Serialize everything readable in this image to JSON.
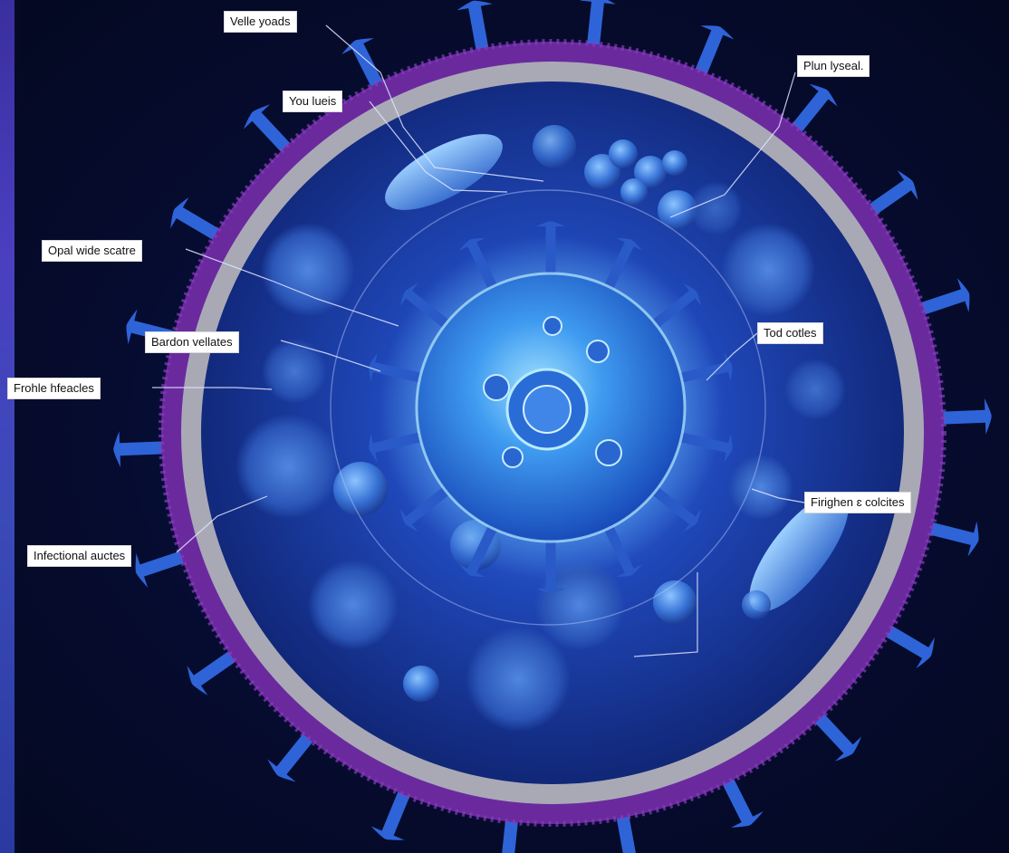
{
  "labels": {
    "virus_roads": "Velle yoads",
    "you_leels": "You lueis",
    "plun_lyseal": "Plun lyseal.",
    "opal_wide_scatre": "Opal wide scatre",
    "bardon_vellates": "Bardon vellates",
    "frohle_hfeacles": "Frohle hfeacles",
    "tod_cotles": "Tod cotles",
    "firighen_colcites": "Firighen ɛ colcites",
    "infectional_auctes": "Infectional auctes"
  },
  "colors": {
    "background": "#060c30",
    "membrane_outer": "#6a2a9e",
    "membrane_inner": "#a8a8b4",
    "cell_interior": "#1e3a9e",
    "core_glow": "#6ec8ff",
    "spike": "#2e64d8",
    "callout_bg": "#ffffff",
    "callout_text": "#111111",
    "leader_line": "#dfe6ff"
  }
}
